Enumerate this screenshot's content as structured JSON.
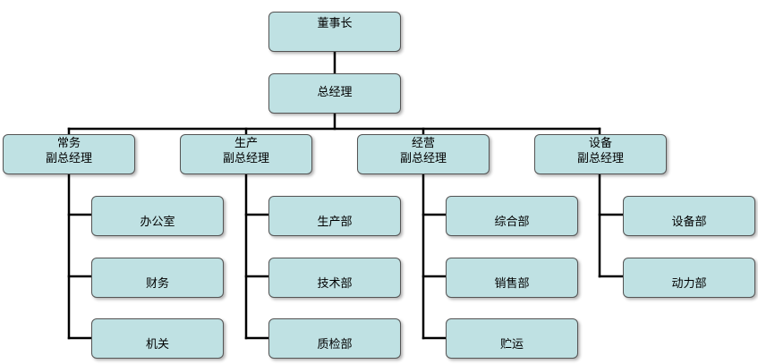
{
  "chairman": "董事长",
  "general_manager": "总经理",
  "vps": [
    {
      "title": "常务\n副总经理",
      "departments": [
        "办公室",
        "财务",
        "机关"
      ]
    },
    {
      "title": "生产\n副总经理",
      "departments": [
        "生产部",
        "技术部",
        "质检部"
      ]
    },
    {
      "title": "经营\n副总经理",
      "departments": [
        "综合部",
        "销售部",
        "贮运"
      ]
    },
    {
      "title": "设备\n副总经理",
      "departments": [
        "设备部",
        "动力部"
      ]
    }
  ],
  "colors": {
    "box_fill": "#bfe1e3",
    "box_border": "#545454",
    "line": "#000000"
  }
}
